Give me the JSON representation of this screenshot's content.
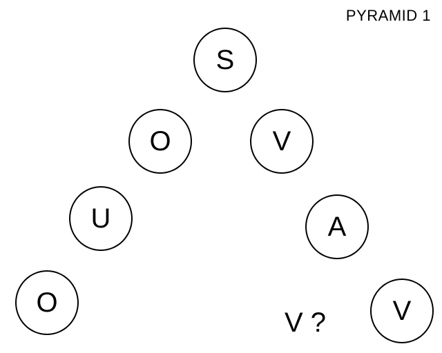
{
  "title": "PYRAMID 1",
  "nodes": [
    {
      "letter": "S"
    },
    {
      "letter": "O"
    },
    {
      "letter": "V"
    },
    {
      "letter": "U"
    },
    {
      "letter": "A"
    },
    {
      "letter": "O"
    },
    {
      "letter": "V"
    }
  ],
  "question": "V ?"
}
